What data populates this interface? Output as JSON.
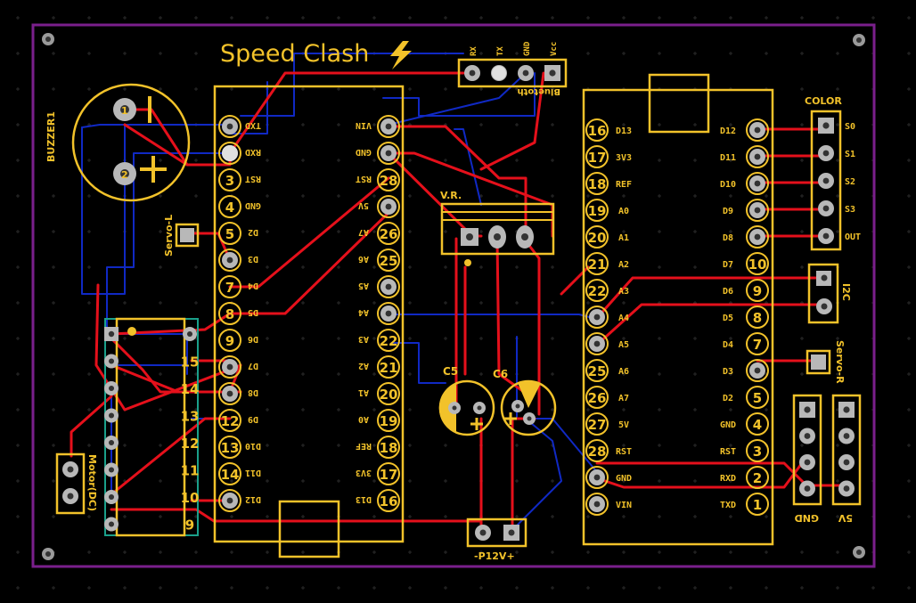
{
  "title": "Speed Clash",
  "colors": {
    "background": "#000000",
    "board_outline": "#7a1f8c",
    "silkscreen": "#f2c22a",
    "top_copper": "#e5101b",
    "bottom_copper": "#1029c4",
    "pad": "#b8b8b8"
  },
  "components": {
    "buzzer": {
      "ref": "BUZZER1",
      "pins": [
        "1",
        "2"
      ]
    },
    "servo_l": {
      "label": "Servo-L"
    },
    "servo_r": {
      "label": "Servo-R"
    },
    "motor": {
      "label": "Motor(DC)"
    },
    "bluetooth": {
      "label": "Bluetoth",
      "pins": [
        "RX",
        "TX",
        "GND",
        "Vcc"
      ]
    },
    "vr": {
      "label": "V.R."
    },
    "c5": {
      "label": "C5"
    },
    "c6": {
      "label": "C6"
    },
    "power": {
      "label": "-P12V+"
    },
    "color": {
      "label": "COLOR",
      "pins": [
        "S0",
        "S1",
        "S2",
        "S3",
        "OUT"
      ]
    },
    "i2c": {
      "label": "I2C"
    },
    "gnd_header": {
      "label": "GND"
    },
    "v5_header": {
      "label": "5V"
    },
    "ic_numbers": [
      "15",
      "14",
      "13",
      "12",
      "11",
      "10",
      "9"
    ],
    "nano_left": {
      "left_nums": [
        "",
        "",
        "3",
        "4",
        "5",
        "",
        "7",
        "8",
        "9",
        "",
        "",
        "12",
        "13",
        "14",
        ""
      ],
      "left_labels": [
        "TXD",
        "RXD",
        "RST",
        "GND",
        "D2",
        "D3",
        "D4",
        "D5",
        "D6",
        "D7",
        "D8",
        "D9",
        "D10",
        "D11",
        "D12"
      ],
      "right_nums": [
        "",
        "",
        "28",
        "",
        "26",
        "25",
        "",
        "",
        "22",
        "21",
        "20",
        "19",
        "18",
        "17",
        "16"
      ],
      "right_labels": [
        "VIN",
        "GND",
        "RST",
        "5V",
        "A7",
        "A6",
        "A5",
        "A4",
        "A3",
        "A2",
        "A1",
        "A0",
        "REF",
        "3V3",
        "D13"
      ]
    },
    "nano_right": {
      "left_nums": [
        "16",
        "17",
        "18",
        "19",
        "20",
        "21",
        "22",
        "",
        "",
        "25",
        "26",
        "27",
        "28",
        "",
        ""
      ],
      "left_labels": [
        "D13",
        "3V3",
        "REF",
        "A0",
        "A1",
        "A2",
        "A3",
        "A4",
        "A5",
        "A6",
        "A7",
        "5V",
        "RST",
        "GND",
        "VIN"
      ],
      "right_nums": [
        "",
        "",
        "",
        "",
        "",
        "10",
        "9",
        "8",
        "7",
        "",
        "5",
        "4",
        "3",
        "2",
        "1"
      ],
      "right_labels": [
        "D12",
        "D11",
        "D10",
        "D9",
        "D8",
        "D7",
        "D6",
        "D5",
        "D4",
        "D3",
        "D2",
        "GND",
        "RST",
        "RXD",
        "TXD"
      ]
    }
  }
}
